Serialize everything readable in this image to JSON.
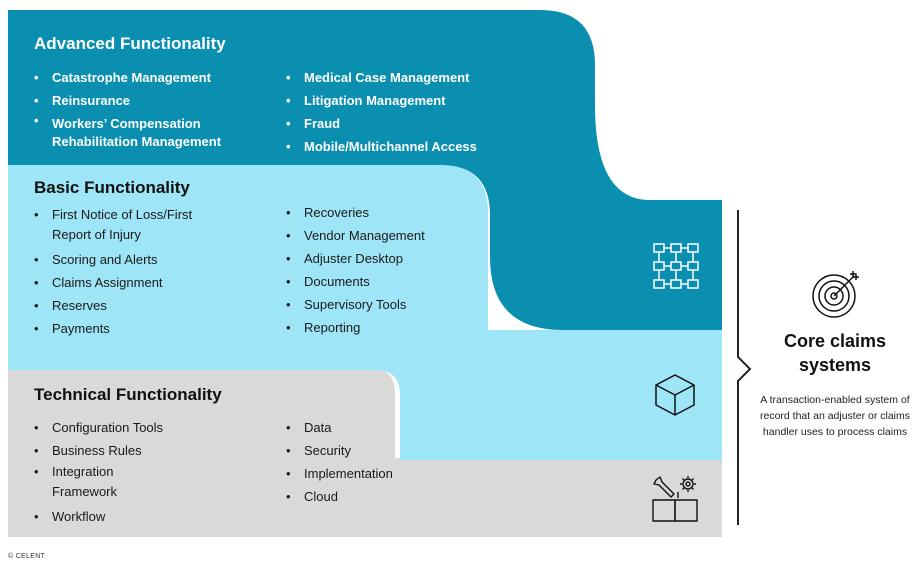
{
  "colors": {
    "advanced_bg": "#0a8fb0",
    "basic_bg": "#9ee5f7",
    "technical_bg": "#d9d9d9"
  },
  "advanced": {
    "title": "Advanced Functionality",
    "col1": [
      "Catastrophe Management",
      "Reinsurance",
      "Workers’ Compensation Rehabilitation Management"
    ],
    "col2": [
      "Medical Case Management",
      "Litigation Management",
      "Fraud",
      "Mobile/Multichannel Access"
    ]
  },
  "basic": {
    "title": "Basic Functionality",
    "col1": [
      "First Notice of Loss/First Report of Injury",
      "Scoring and Alerts",
      "Claims Assignment",
      "Reserves",
      "Payments"
    ],
    "col2": [
      "Recoveries",
      "Vendor Management",
      "Adjuster Desktop",
      "Documents",
      "Supervisory Tools",
      "Reporting"
    ]
  },
  "technical": {
    "title": "Technical Functionality",
    "col1": [
      "Configuration Tools",
      "Business Rules",
      "Integration Framework",
      "Workflow"
    ],
    "col2": [
      "Data",
      "Security",
      "Implementation",
      "Cloud"
    ]
  },
  "icons": {
    "advanced": "network-grid-icon",
    "basic": "cube-icon",
    "technical": "tools-gear-icon",
    "core": "target-icon"
  },
  "core": {
    "title": "Core claims systems",
    "description": "A transaction-enabled system of record that an adjuster or claims handler uses to process claims"
  },
  "footer": {
    "copyright": "© CELENT"
  }
}
